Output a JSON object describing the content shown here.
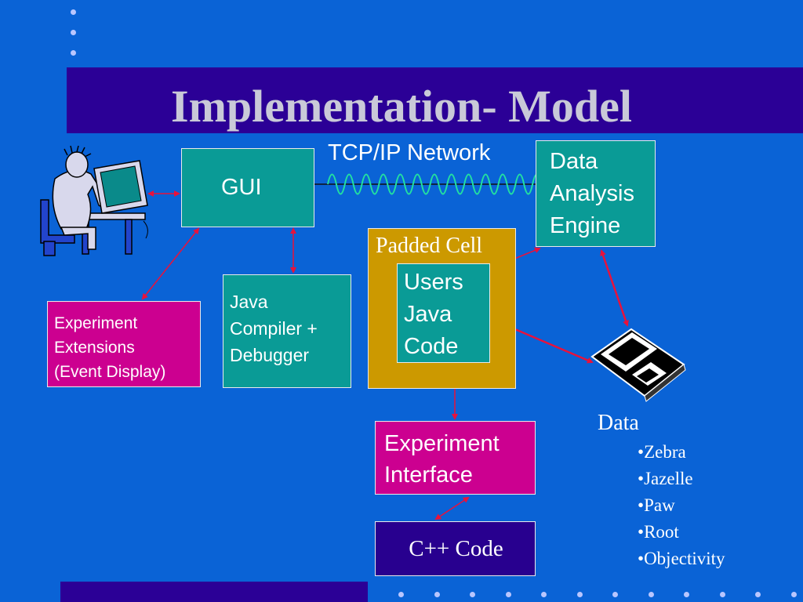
{
  "slide": {
    "title": "Implementation- Model"
  },
  "diagram": {
    "network_label": "TCP/IP Network",
    "gui_label": "GUI",
    "data_engine_label": "Data\nAnalysis\nEngine",
    "padded_cell_label": "Padded Cell",
    "users_code_label": "Users\nJava\nCode",
    "experiment_extensions_label": "Experiment\nExtensions\n(Event Display)",
    "java_compiler_label": "Java\nCompiler +\nDebugger",
    "experiment_interface_label": "Experiment\nInterface",
    "cpp_code_label": "C++ Code",
    "data_heading": "Data",
    "data_items": [
      "Zebra",
      "Jazelle",
      "Paw",
      "Root",
      "Objectivity"
    ],
    "bullet": "•"
  },
  "colors": {
    "background": "#0a63d6",
    "title_bar": "#2b0096",
    "teal_box": "#0a9b96",
    "magenta_box": "#cc0090",
    "navy_box": "#28008f",
    "padded_cell": "#cc9900",
    "arrow": "#e8123c",
    "wave": "#22e0a0"
  }
}
